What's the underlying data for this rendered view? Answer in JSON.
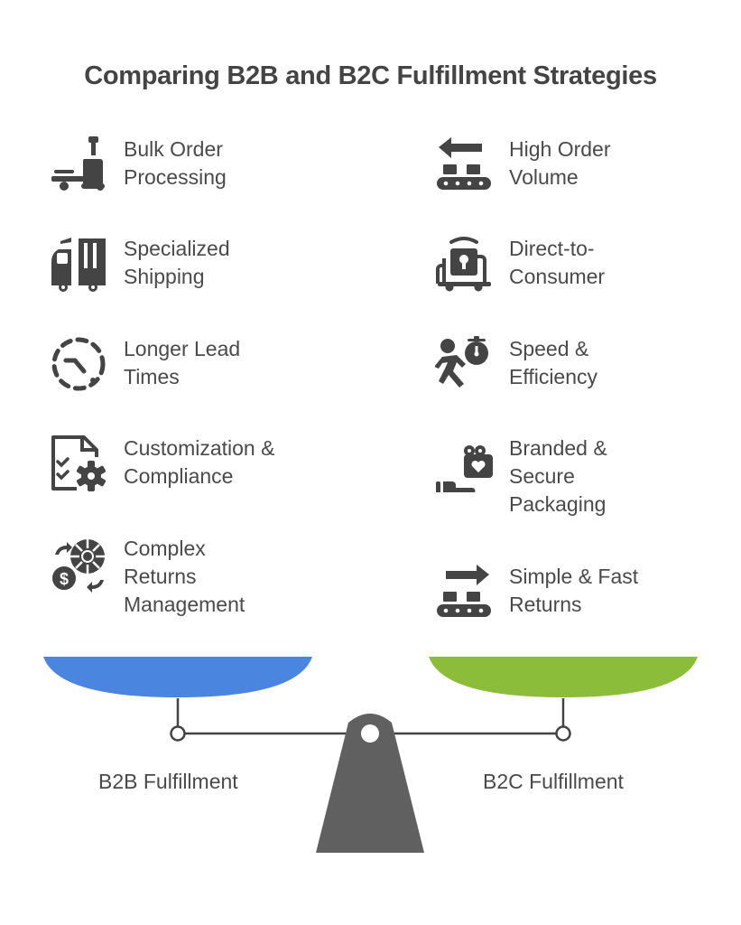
{
  "title": "Comparing B2B and B2C Fulfillment Strategies",
  "b2b": {
    "label": "B2B Fulfillment",
    "color": "#4a86e0",
    "items": [
      {
        "text": "Bulk Order\nProcessing",
        "icon": "pallet-jack-icon"
      },
      {
        "text": "Specialized\nShipping",
        "icon": "truck-icon"
      },
      {
        "text": "Longer Lead\nTimes",
        "icon": "dashed-clock-icon"
      },
      {
        "text": "Customization &\nCompliance",
        "icon": "document-checklist-gear-icon"
      },
      {
        "text": "Complex\nReturns\nManagement",
        "icon": "money-gear-cycle-icon"
      }
    ]
  },
  "b2c": {
    "label": "B2C Fulfillment",
    "color": "#8cbd3a",
    "items": [
      {
        "text": "High Order\nVolume",
        "icon": "conveyor-left-arrow-icon"
      },
      {
        "text": "Direct-to-\nConsumer",
        "icon": "locked-delivery-icon"
      },
      {
        "text": "Speed &\nEfficiency",
        "icon": "runner-stopwatch-icon"
      },
      {
        "text": "Branded &\nSecure\nPackaging",
        "icon": "hand-gift-icon"
      },
      {
        "text": "Simple & Fast\nReturns",
        "icon": "conveyor-right-arrow-icon"
      }
    ]
  }
}
